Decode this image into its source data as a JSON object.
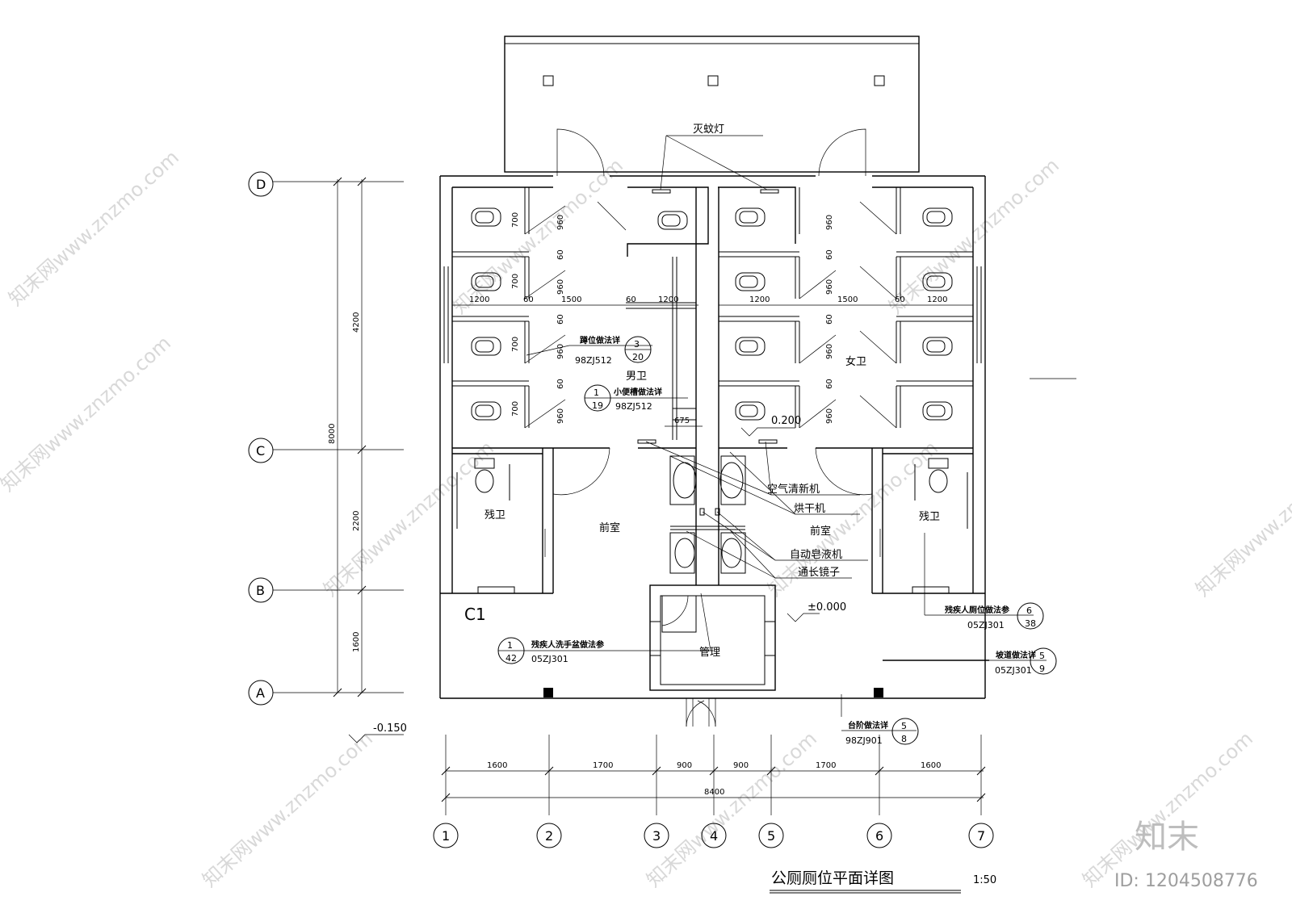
{
  "title": "公厕厕位平面详图",
  "scale": "1:50",
  "rooms": {
    "male": "男卫",
    "female": "女卫",
    "accessible_left": "残卫",
    "accessible_right": "残卫",
    "lobby_left": "前室",
    "lobby_right": "前室",
    "management": "管理"
  },
  "window_tag": "C1",
  "equipment": {
    "mosquito_lamp": "灭蚊灯",
    "air_freshener": "空气清新机",
    "hand_dryer": "烘干机",
    "soap_dispenser": "自动皂液机",
    "mirror": "通长镜子"
  },
  "elevations": {
    "floor": "±0.000",
    "step": "0.200",
    "outside": "-0.150"
  },
  "grid_rows": [
    "D",
    "C",
    "B",
    "A"
  ],
  "grid_cols": [
    "1",
    "2",
    "3",
    "4",
    "5",
    "6",
    "7"
  ],
  "dims": {
    "vertical_total": "8000",
    "vertical_segments": [
      "4200",
      "2200",
      "1600"
    ],
    "horizontal_segments": [
      "1600",
      "1700",
      "900",
      "900",
      "1700",
      "1600"
    ],
    "horizontal_total": "8400",
    "stall_700": "700",
    "stall_960": "960",
    "gap_60": "60",
    "w1200": "1200",
    "w1500": "1500",
    "w675": "675"
  },
  "refs": {
    "squat": {
      "label": "蹲位做法详",
      "num": "3",
      "den": "20",
      "code": "98ZJ512"
    },
    "urinal": {
      "label": "小便槽做法详",
      "num": "1",
      "den": "19",
      "code": "98ZJ512"
    },
    "acc_basin": {
      "label": "残疾人洗手盆做法参",
      "num": "1",
      "den": "42",
      "code": "05ZJ301"
    },
    "acc_toilet": {
      "label": "残疾人厕位做法参",
      "num": "6",
      "den": "38",
      "code": "05ZJ301"
    },
    "ramp": {
      "label": "坡道做法详",
      "num": "5",
      "den": "9",
      "code": "05ZJ301"
    },
    "steps": {
      "label": "台阶做法详",
      "num": "5",
      "den": "8",
      "code": "98ZJ901"
    }
  },
  "brand": {
    "logo": "知末",
    "id": "ID: 1204508776",
    "watermark": "知末网www.znzmo.com"
  }
}
